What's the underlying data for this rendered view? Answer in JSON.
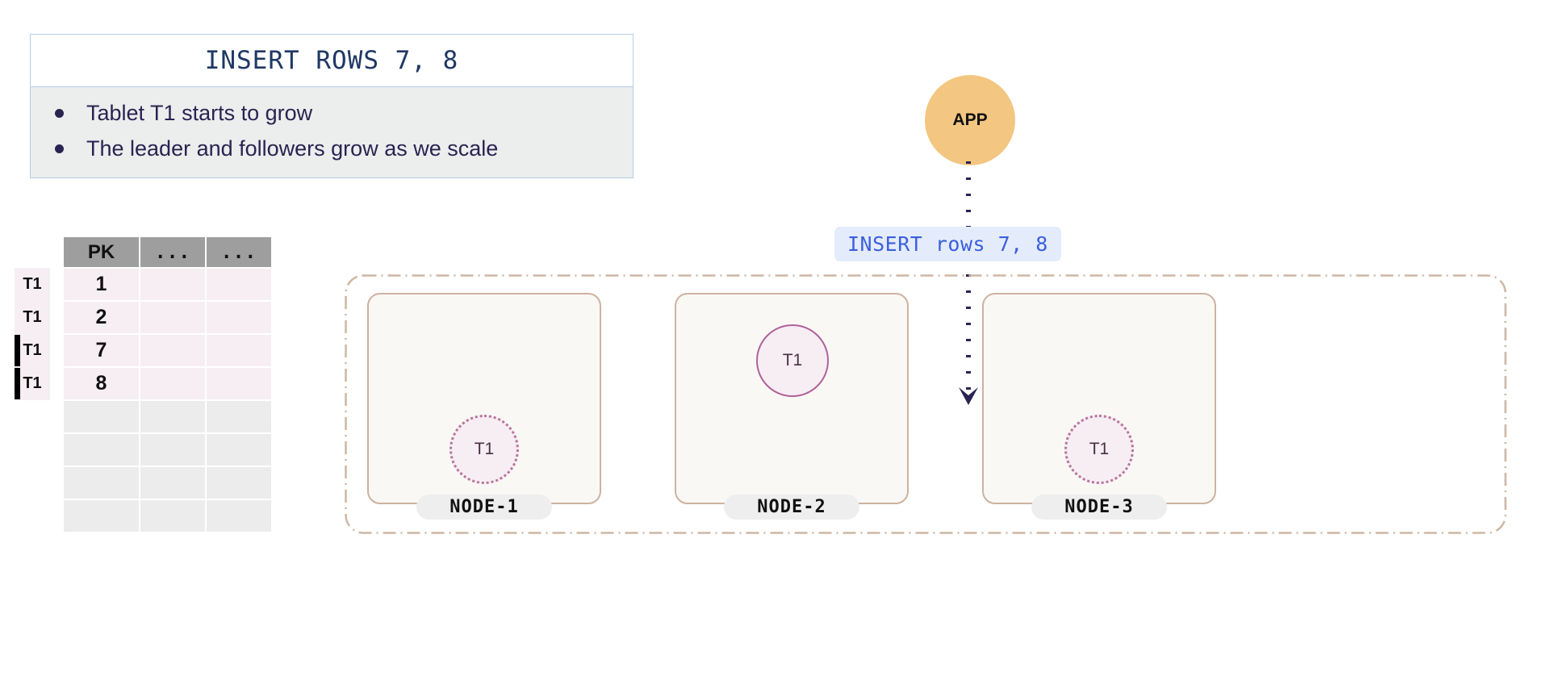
{
  "callout": {
    "title": "INSERT ROWS 7, 8",
    "bullets": [
      "Tablet T1 starts to grow",
      "The leader and followers grow as we scale"
    ],
    "border_color": "#b6cfe8",
    "title_color": "#1f3864",
    "body_bg": "#eceded"
  },
  "table": {
    "headers": [
      "PK",
      "...",
      "..."
    ],
    "rows": [
      {
        "tag": "T1",
        "pk": "1",
        "marked": false
      },
      {
        "tag": "T1",
        "pk": "2",
        "marked": false
      },
      {
        "tag": "T1",
        "pk": "7",
        "marked": true
      },
      {
        "tag": "T1",
        "pk": "8",
        "marked": true
      }
    ],
    "empty_row_count": 4,
    "header_bg": "#9e9e9e",
    "data_bg": "#f6eef2",
    "empty_bg": "#ececec"
  },
  "app": {
    "label": "APP",
    "color": "#f3c681"
  },
  "arrow": {
    "label": "INSERT rows 7, 8",
    "label_color": "#3b5fdd",
    "label_bg": "#e4ecfb",
    "line_color": "#2a2352"
  },
  "cluster": {
    "border_color": "#cdb7a4",
    "nodes": [
      {
        "id": "node-1",
        "label": "NODE-1",
        "tablet": "T1",
        "role": "follower"
      },
      {
        "id": "node-2",
        "label": "NODE-2",
        "tablet": "T1",
        "role": "leader"
      },
      {
        "id": "node-3",
        "label": "NODE-3",
        "tablet": "T1",
        "role": "follower"
      }
    ],
    "node_bg": "#faf8f5",
    "node_border": "#cdb2a0",
    "tablet_bg": "#f6eef3",
    "leader_border": "#b0629a",
    "follower_border": "#b9749c"
  }
}
